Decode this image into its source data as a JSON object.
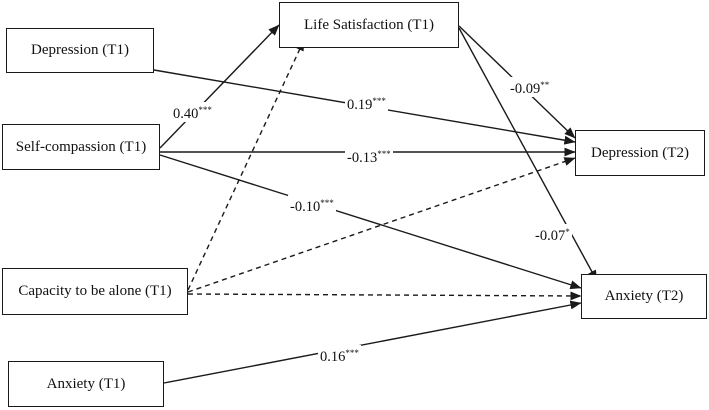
{
  "nodes": {
    "life_satisfaction_t1": "Life Satisfaction (T1)",
    "depression_t1": "Depression (T1)",
    "self_compassion_t1": "Self-compassion (T1)",
    "capacity_alone_t1": "Capacity to be alone (T1)",
    "anxiety_t1": "Anxiety (T1)",
    "depression_t2": "Depression (T2)",
    "anxiety_t2": "Anxiety (T2)"
  },
  "paths": {
    "selfcomp_to_lifesat": {
      "value": "0.40",
      "sig": "***"
    },
    "dep1_to_dep2": {
      "value": "0.19",
      "sig": "***"
    },
    "selfcomp_to_dep2": {
      "value": "-0.13",
      "sig": "***"
    },
    "selfcomp_to_anx2": {
      "value": "-0.10",
      "sig": "***"
    },
    "lifesat_to_dep2": {
      "value": "-0.09",
      "sig": "**"
    },
    "lifesat_to_anx2": {
      "value": "-0.07",
      "sig": "*"
    },
    "anx1_to_anx2": {
      "value": "0.16",
      "sig": "***"
    }
  },
  "colors": {
    "line": "#1a1a1a",
    "background": "#ffffff"
  }
}
